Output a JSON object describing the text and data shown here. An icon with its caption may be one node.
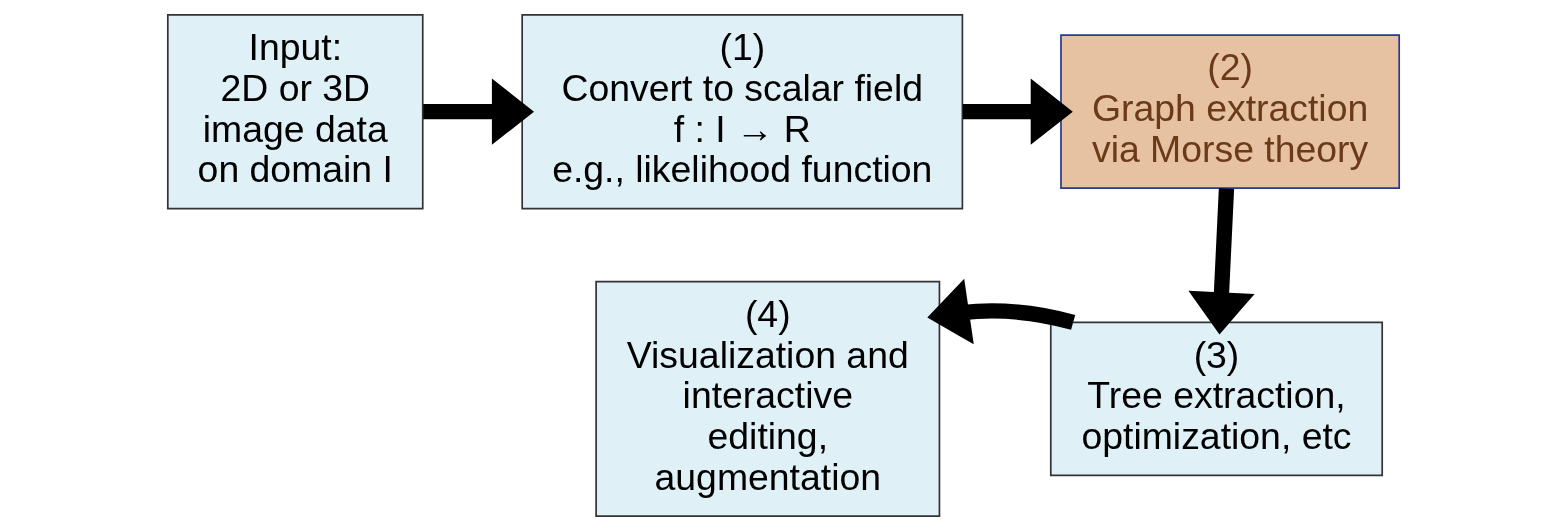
{
  "diagram": {
    "nodes": [
      {
        "text": [
          "Input:",
          "2D or 3D image data on domain I"
        ]
      },
      {
        "text": [
          "(1)",
          "Convert to scalar field",
          "f : I → R",
          "e.g., likelihood function"
        ]
      },
      {
        "text": [
          "(2)",
          "Graph extraction via Morse theory"
        ]
      },
      {
        "text": [
          "(3)",
          "Tree extraction, optimization, etc"
        ]
      },
      {
        "text": [
          "(4)",
          "Visualization and interactive editing, augmentation"
        ]
      }
    ],
    "edges": [
      {
        "from": 0,
        "to": 1,
        "arrow": "to"
      },
      {
        "from": 1,
        "to": 2,
        "arrow": "to"
      },
      {
        "from": 2,
        "to": 3,
        "arrow": "to"
      },
      {
        "from": 3,
        "to": 4,
        "arrow": "to"
      }
    ]
  }
}
